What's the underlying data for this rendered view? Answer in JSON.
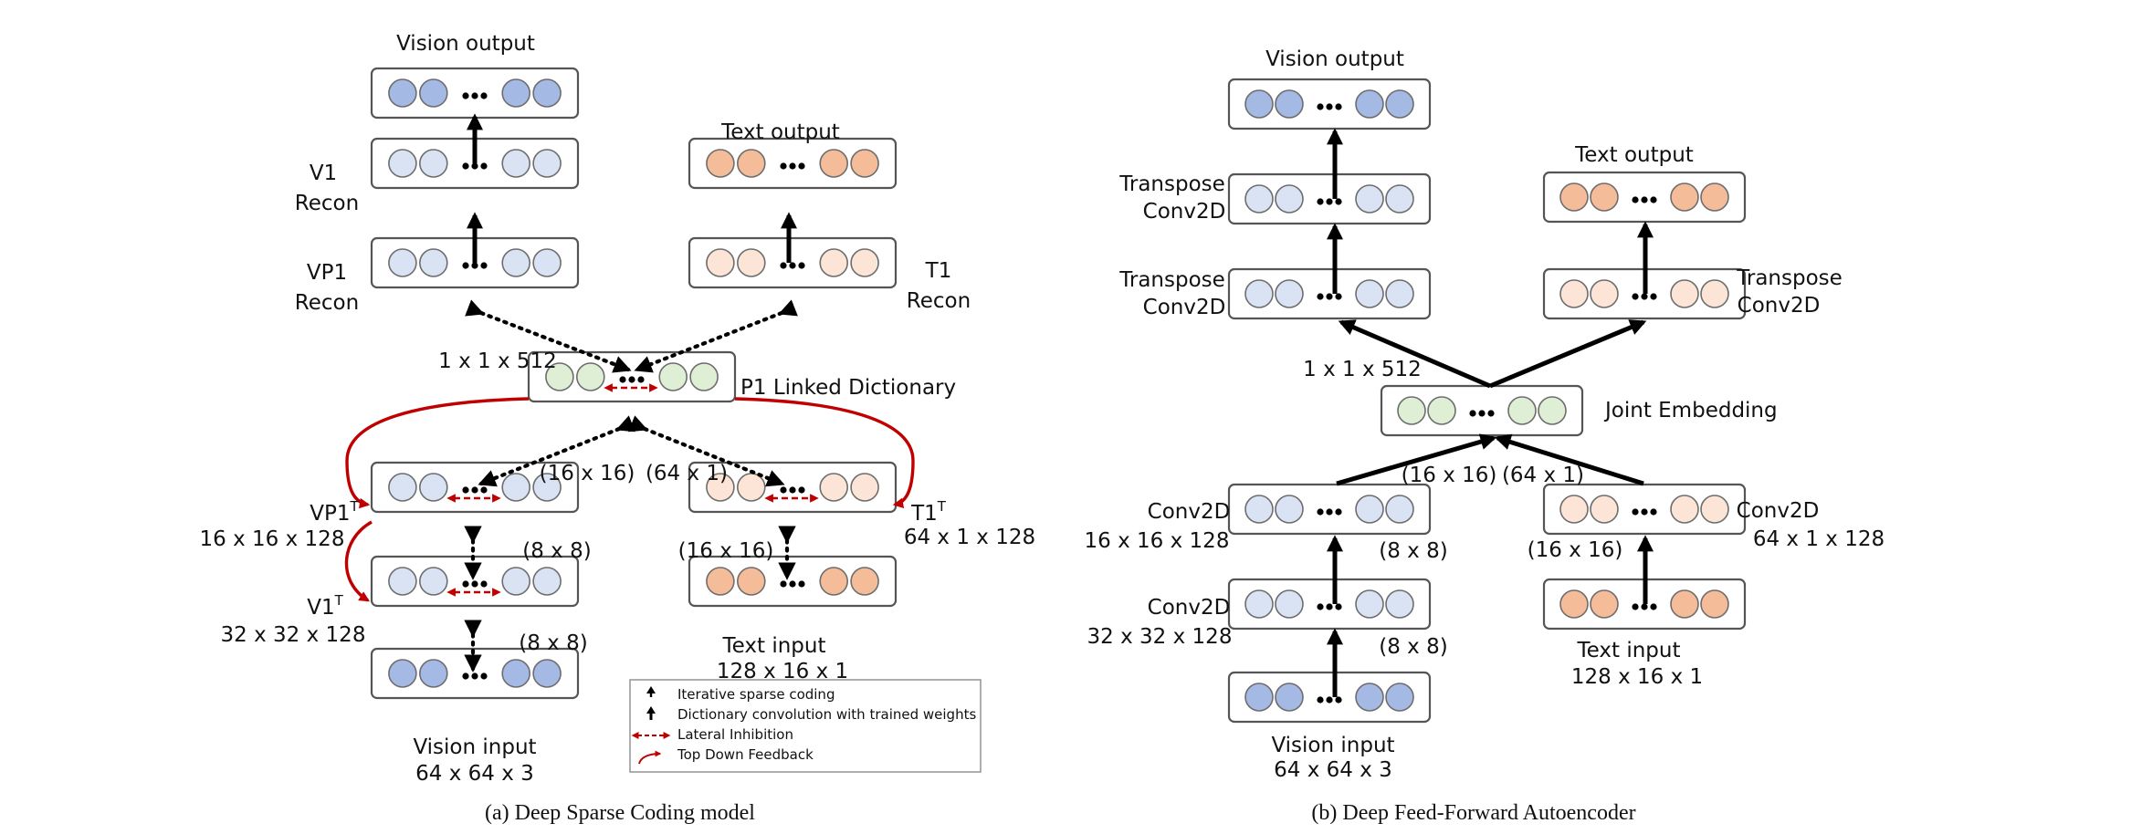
{
  "colors": {
    "vision_dark": "#a4b9e3",
    "vision_light": "#dae3f4",
    "text_dark": "#f4bc98",
    "text_light": "#fce4d6",
    "joint_green": "#deefd5",
    "feedback_red": "#c00000"
  },
  "left": {
    "caption": "(a)  Deep Sparse Coding model",
    "vision_output": "Vision output",
    "v1_recon_1": "V1",
    "v1_recon_2": "Recon",
    "vp1_recon_1": "VP1",
    "vp1_recon_2": "Recon",
    "text_output": "Text output",
    "t1_recon_1": "T1",
    "t1_recon_2": "Recon",
    "dim_512": "1 x 1 x 512",
    "p1_dictionary": "P1 Linked Dictionary",
    "kernel_16x16": "(16 x 16)",
    "kernel_64x1": "(64 x 1)",
    "vp1t": "VP1",
    "vp1t_sup": "T",
    "vp1t_dim": "16 x 16 x 128",
    "v1t": "V1",
    "v1t_sup": "T",
    "v1t_dim": "32 x 32 x 128",
    "t1t": "T1",
    "t1t_sup": "T",
    "t1t_dim": "64 x 1 x 128",
    "kernel_8x8_a": "(8 x 8)",
    "kernel_8x8_b": "(8 x 8)",
    "kernel_16x16_text": "(16 x 16)",
    "vision_input": "Vision input",
    "vision_input_dim": "64 x 64 x 3",
    "text_input": "Text input",
    "text_input_dim": "128 x 16 x 1",
    "legend": {
      "item1": "Iterative sparse coding",
      "item2": "Dictionary convolution with trained weights",
      "item3": "Lateral Inhibition",
      "item4": "Top Down Feedback"
    }
  },
  "right": {
    "caption": "(b)  Deep Feed-Forward Autoencoder",
    "vision_output": "Vision output",
    "transpose_a1": "Transpose",
    "transpose_a2": "Conv2D",
    "transpose_b1": "Transpose",
    "transpose_b2": "Conv2D",
    "text_output": "Text output",
    "transpose_c1": "Transpose",
    "transpose_c2": "Conv2D",
    "dim_512": "1 x 1 x 512",
    "joint_embedding": "Joint Embedding",
    "kernel_16x16": "(16 x 16)",
    "kernel_64x1": "(64 x 1)",
    "conv_a1": "Conv2D",
    "conv_a2": "16 x 16 x 128",
    "conv_b1": "Conv2D",
    "conv_b2": "32 x 32 x 128",
    "conv_c1": "Conv2D",
    "conv_c2": "64 x 1 x 128",
    "kernel_8x8_a": "(8 x 8)",
    "kernel_8x8_b": "(8 x 8)",
    "kernel_16x16_text": "(16 x 16)",
    "vision_input": "Vision input",
    "vision_input_dim": "64 x 64 x 3",
    "text_input": "Text input",
    "text_input_dim": "128 x 16 x 1"
  }
}
